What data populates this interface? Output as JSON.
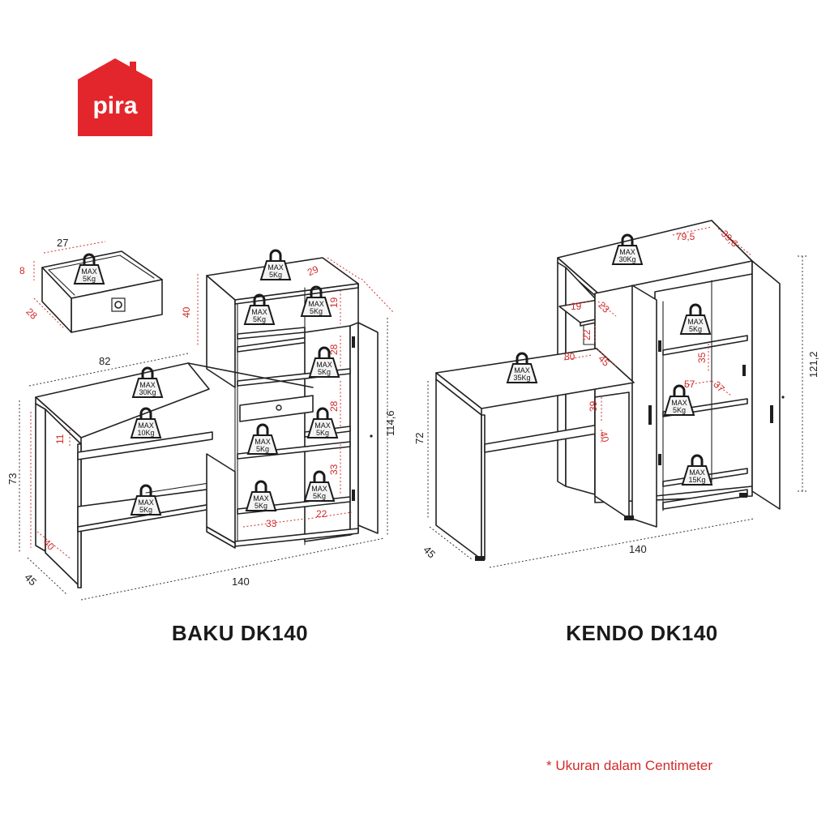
{
  "brand": {
    "name": "pira",
    "color": "#e3262b"
  },
  "note": "* Ukuran dalam Centimeter",
  "products": [
    {
      "title": "BAKU DK140",
      "dims": {
        "width": "140",
        "depth": "45",
        "height": "73",
        "height_total": "114,6",
        "top_width": "82",
        "inner_depth": "40",
        "keyboard_gap": "11",
        "hutch_height": "40",
        "hutch_depth": "29",
        "shelf_a": "19",
        "shelf_b": "28",
        "shelf_c": "28",
        "shelf_d": "33",
        "cell_w": "33",
        "cell_w2": "22"
      },
      "drawer": {
        "width": "27",
        "depth": "28",
        "height": "8"
      },
      "weights": [
        {
          "max": "MAX",
          "kg": "5Kg"
        },
        {
          "max": "MAX",
          "kg": "5Kg"
        },
        {
          "max": "MAX",
          "kg": "5Kg"
        },
        {
          "max": "MAX",
          "kg": "5Kg"
        },
        {
          "max": "MAX",
          "kg": "30Kg"
        },
        {
          "max": "MAX",
          "kg": "10Kg"
        },
        {
          "max": "MAX",
          "kg": "5Kg"
        },
        {
          "max": "MAX",
          "kg": "5Kg"
        },
        {
          "max": "MAX",
          "kg": "5Kg"
        },
        {
          "max": "MAX",
          "kg": "5Kg"
        },
        {
          "max": "MAX",
          "kg": "5Kg"
        },
        {
          "max": "MAX",
          "kg": "5Kg"
        }
      ]
    },
    {
      "title": "KENDO DK140",
      "dims": {
        "width": "140",
        "depth": "45",
        "height": "72",
        "height_total": "121,2",
        "top_w": "79,5",
        "top_d": "39,6",
        "small_shelf_w": "19",
        "small_shelf_d": "23",
        "shelf_gap": "22",
        "desk_w": "80",
        "desk_d": "45",
        "leg_h": "39",
        "leg_d": "40",
        "cab_shelf": "35",
        "cab_w": "57",
        "cab_d": "37"
      },
      "weights": [
        {
          "max": "MAX",
          "kg": "30Kg"
        },
        {
          "max": "MAX",
          "kg": "35Kg"
        },
        {
          "max": "MAX",
          "kg": "5Kg"
        },
        {
          "max": "MAX",
          "kg": "5Kg"
        },
        {
          "max": "MAX",
          "kg": "15Kg"
        }
      ]
    }
  ]
}
